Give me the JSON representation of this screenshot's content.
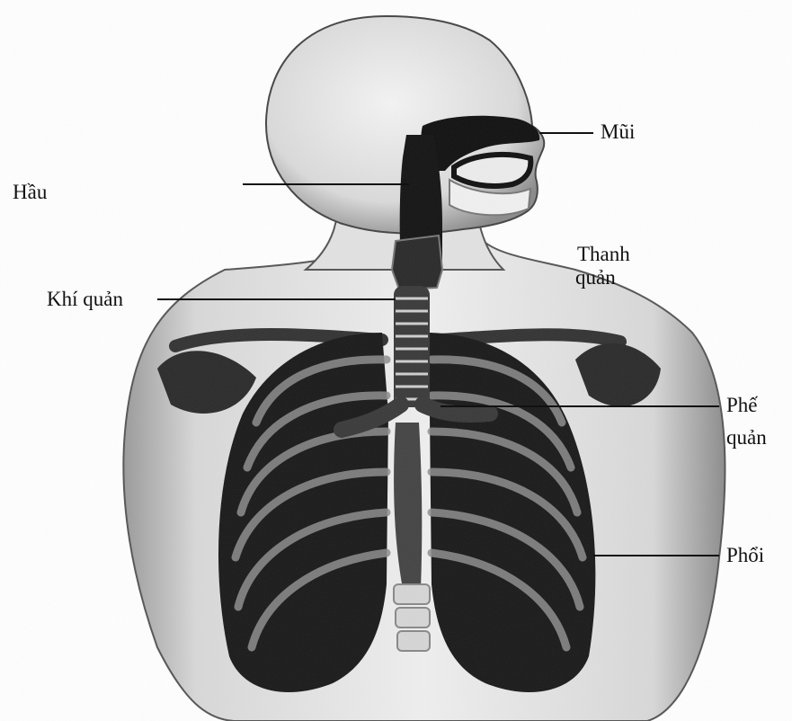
{
  "diagram": {
    "labels": {
      "mui": "Mũi",
      "hau": "Hầu",
      "thanh_quan": [
        "Thanh",
        "quản"
      ],
      "khi_quan": "Khí quản",
      "phe_quan": [
        "Phế",
        "quản"
      ],
      "phoi": "Phổi"
    },
    "colors": {
      "ink": "#111111",
      "skin": "#e9e9e9",
      "shadow": "#5a5a5a",
      "organ": "#161616",
      "bone": "#dcdcdc"
    }
  }
}
